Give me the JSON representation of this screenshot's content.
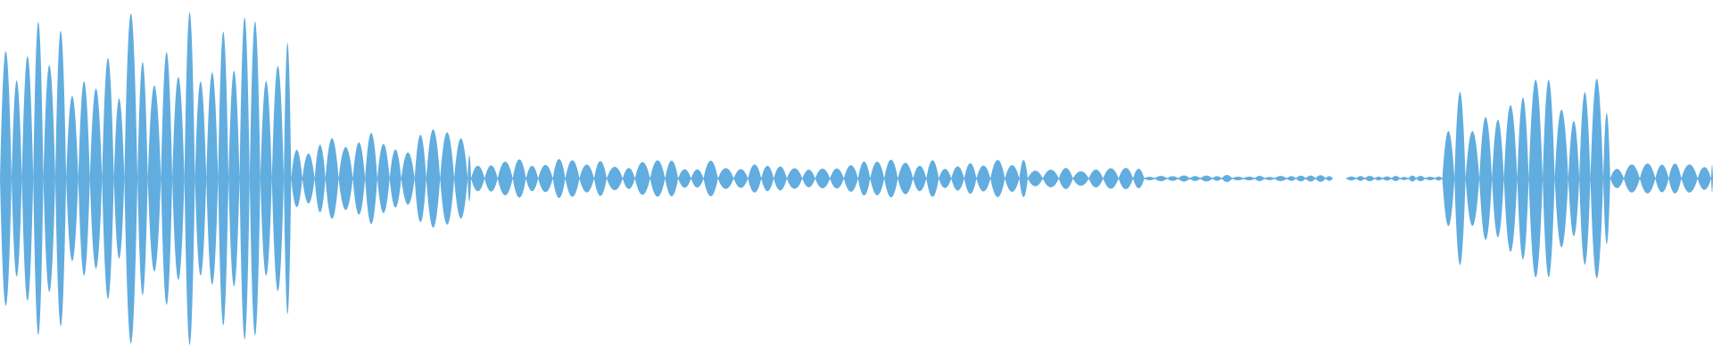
{
  "waveform": {
    "color": "#62addf",
    "background": "#ffffff",
    "segments": [
      {
        "from": 0.0,
        "to": 0.17,
        "peak": 0.94
      },
      {
        "from": 0.17,
        "to": 0.275,
        "peak": 0.28
      },
      {
        "from": 0.275,
        "to": 0.6,
        "peak": 0.11
      },
      {
        "from": 0.6,
        "to": 0.668,
        "peak": 0.06
      },
      {
        "from": 0.668,
        "to": 0.778,
        "peak": 0.02
      },
      {
        "from": 0.778,
        "to": 0.786,
        "peak": 0.0
      },
      {
        "from": 0.786,
        "to": 0.842,
        "peak": 0.02
      },
      {
        "from": 0.842,
        "to": 0.94,
        "peak": 0.57
      },
      {
        "from": 0.94,
        "to": 1.0,
        "peak": 0.1
      }
    ]
  }
}
